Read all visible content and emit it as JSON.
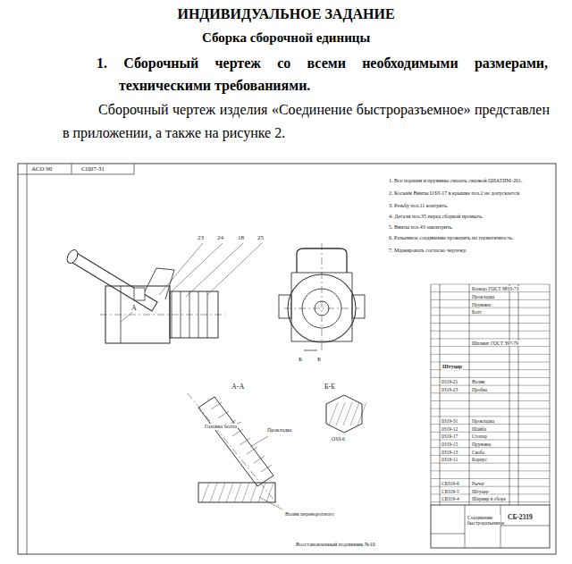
{
  "diagram": {
    "title": "ИНДИВИДУАЛЬНОЕ ЗАДАНИЕ",
    "labels": [
      "Сборка сборочной единицы",
      "1. Сборочный чертеж со всеми необходимыми размерами, техническими требованиями.",
      "Сборочный чертеж изделия «Соединение быстроразъемное» представлен в приложении, а также на рисунке 2.",
      "АСО 90",
      "СЦ07-31",
      "23",
      "24",
      "18",
      "25",
      "А",
      "Б",
      "Б",
      "А-А",
      "Б-Б",
      "Головка болта",
      "Прокладка",
      "Валик переворотного",
      "Восстановленный подлинник №10",
      "ОЗЛ-6",
      "1. Все поршни и пружины смазать смазкой ЦИАТИМ-201.",
      "2. Косыни Винты ОЗЛ-17 в крышке поз.2 не допускается.",
      "3. Резьбу поз.11 контрить.",
      "4. Детали поз.35 перед сборкой промыть.",
      "5. Винты поз.43 законтрить.",
      "6. Разъемное соединение проверить на герметичность.",
      "7. Маркировать согласно чертежу.",
      "Кольцо ГОСТ 9833-73",
      "Прокладка",
      "Пружина",
      "Болт",
      "Шплинт ГОСТ 397-79",
      "Штуцер",
      "0319-21",
      "Валик",
      "0319-23",
      "Пробка",
      "0319-31",
      "Прокладка",
      "0319-12",
      "Шайба",
      "0319-17",
      "Стопор",
      "0319-15",
      "Пружина",
      "0319-13",
      "Скоба",
      "0319-11",
      "Корпус",
      "СБ319-6",
      "Рычаг",
      "СБ319-5",
      "Штуцер",
      "СБ319-4",
      "Шарнир в сборе",
      "Соединение быстроразъемное",
      "СБ-2319"
    ]
  }
}
